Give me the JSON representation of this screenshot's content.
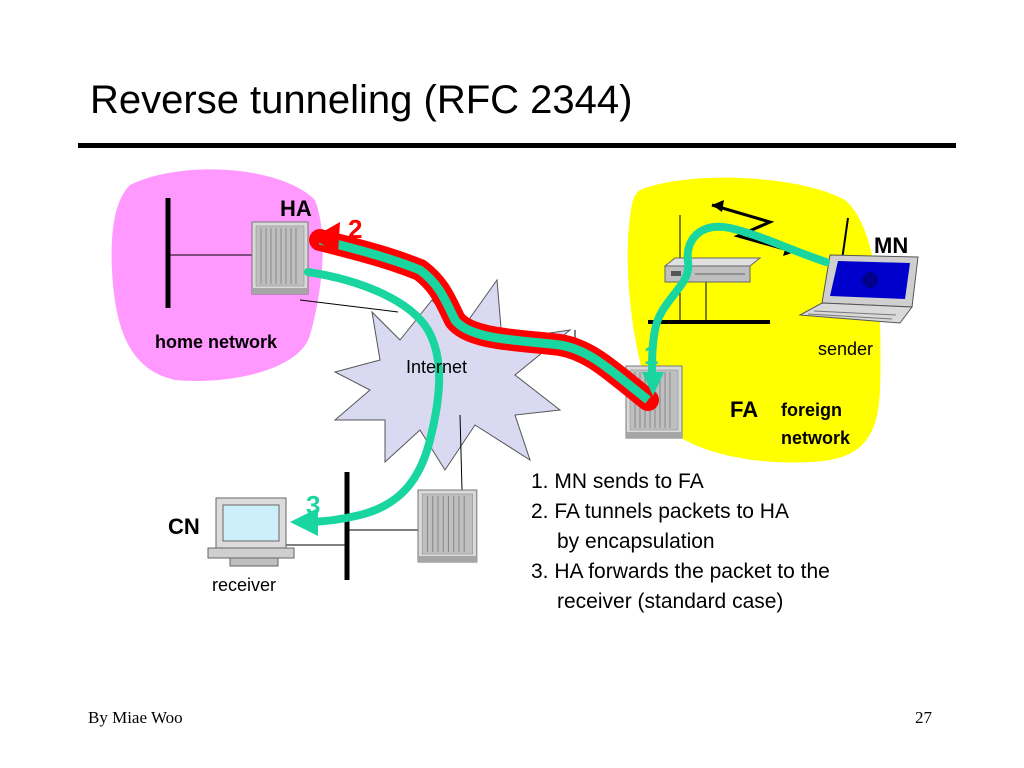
{
  "slide": {
    "title": "Reverse tunneling (RFC 2344)",
    "footer_left": "By Miae Woo",
    "page_number": "27"
  },
  "diagram": {
    "labels": {
      "ha": "HA",
      "mn": "MN",
      "fa": "FA",
      "cn": "CN",
      "home_network": "home network",
      "foreign_network_line1": "foreign",
      "foreign_network_line2": "network",
      "internet": "Internet",
      "sender": "sender",
      "receiver": "receiver"
    },
    "step_markers": {
      "step1": "1",
      "step2": "2",
      "step3": "3"
    },
    "colors": {
      "home_network": "#ff99ff",
      "foreign_network": "#ffff00",
      "internet": "#d9d9f2",
      "tunnel_red": "#ff0000",
      "path_green": "#19d6a0"
    },
    "icons": [
      "router-icon",
      "laptop-icon",
      "workstation-icon",
      "access-point-icon",
      "wireless-link-icon"
    ]
  },
  "steps": [
    {
      "line1": "1. MN sends to FA",
      "line2": ""
    },
    {
      "line1": "2. FA tunnels packets to HA",
      "line2": "by encapsulation"
    },
    {
      "line1": "3. HA forwards the packet to the",
      "line2": "receiver (standard case)"
    }
  ]
}
